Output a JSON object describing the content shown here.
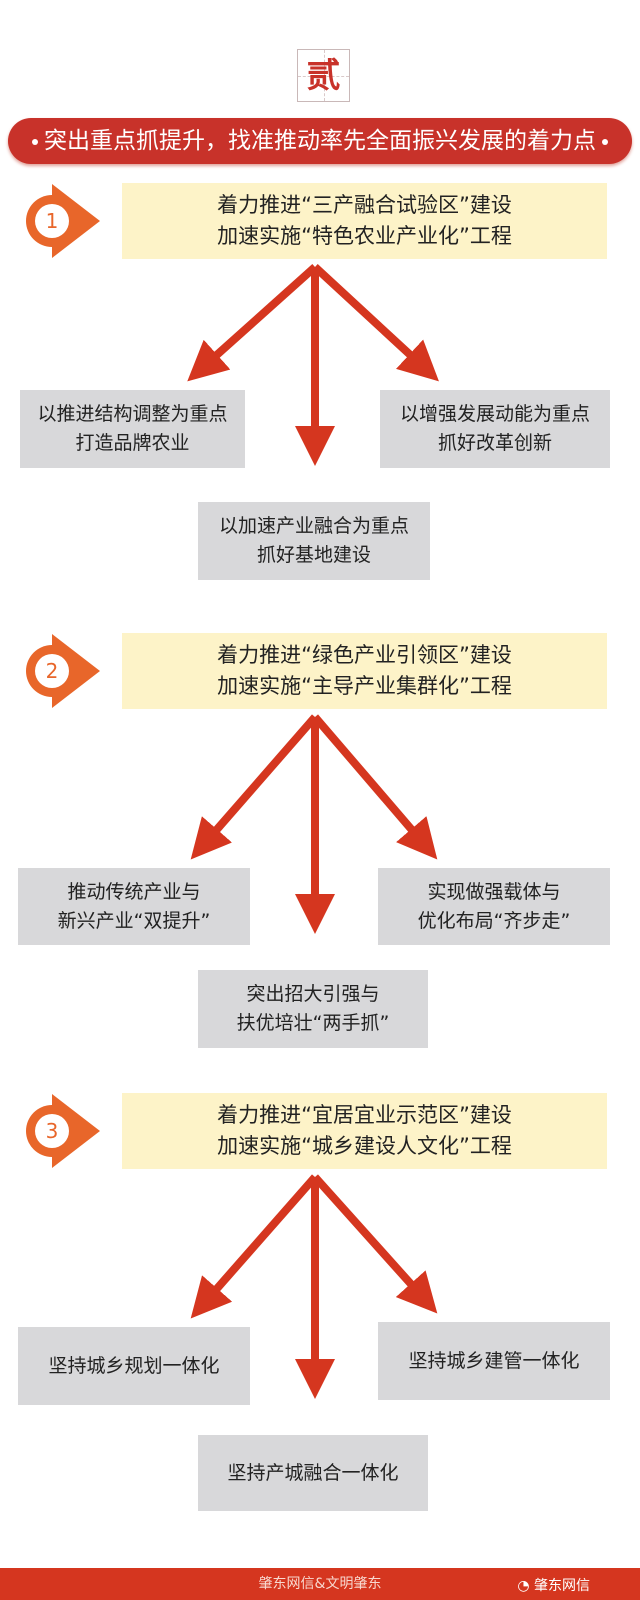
{
  "title_char": "贰",
  "banner": "突出重点抓提升，找准推动率先全面振兴发展的着力点",
  "sections": [
    {
      "num": "1",
      "line1": "着力推进“三产融合试验区”建设",
      "line2": "加速实施“特色农业产业化”工程",
      "left": [
        "以推进结构调整为重点",
        "打造品牌农业"
      ],
      "right": [
        "以增强发展动能为重点",
        "抓好改革创新"
      ],
      "middle": [
        "以加速产业融合为重点",
        "抓好基地建设"
      ]
    },
    {
      "num": "2",
      "line1": "着力推进“绿色产业引领区”建设",
      "line2": "加速实施“主导产业集群化”工程",
      "left": [
        "推动传统产业与",
        "新兴产业“双提升”"
      ],
      "right": [
        "实现做强载体与",
        "优化布局“齐步走”"
      ],
      "middle": [
        "突出招大引强与",
        "扶优培壮“两手抓”"
      ]
    },
    {
      "num": "3",
      "line1": "着力推进“宜居宜业示范区”建设",
      "line2": "加速实施“城乡建设人文化”工程",
      "left": [
        "坚持城乡规划一体化"
      ],
      "right": [
        "坚持城乡建管一体化"
      ],
      "middle": [
        "坚持产城融合一体化"
      ]
    }
  ],
  "footer": "肇东网信&文明肇东",
  "watermark": "肇东网信",
  "colors": {
    "red": "#c8322a",
    "orange": "#e8662a",
    "yellow": "#fdf3c8",
    "gray": "#d8d8da"
  }
}
